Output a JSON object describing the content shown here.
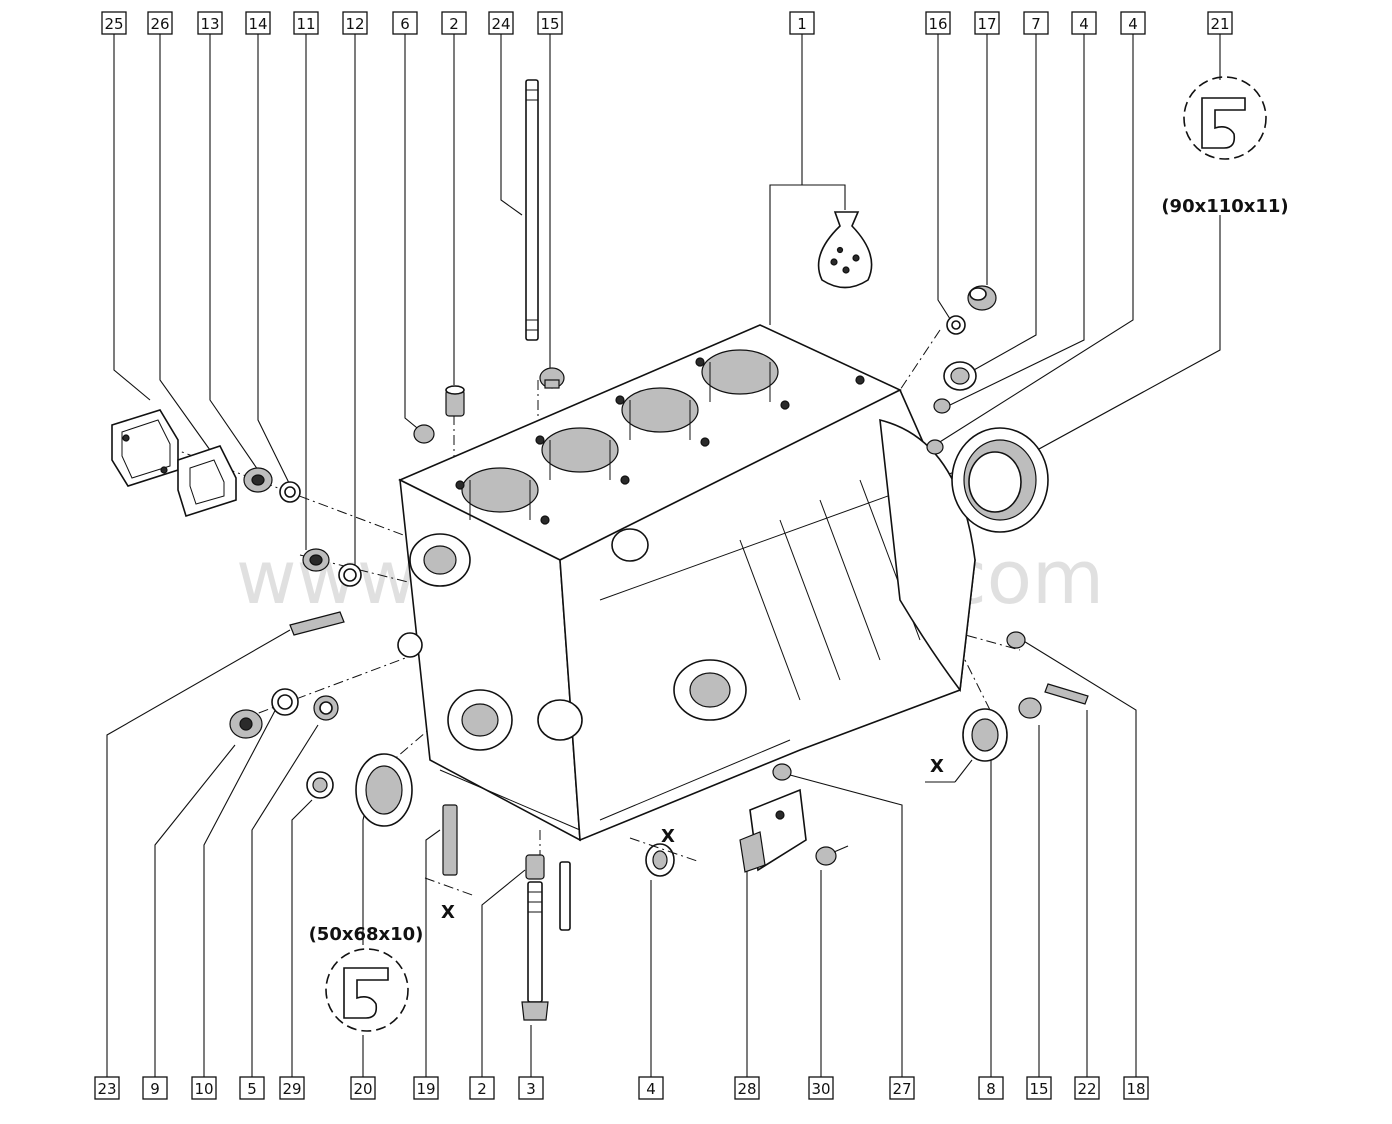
{
  "diagram": {
    "watermark": "www.autoconstant.com",
    "callouts_top": [
      "25",
      "26",
      "13",
      "14",
      "11",
      "12",
      "6",
      "2",
      "24",
      "15",
      "1",
      "16",
      "17",
      "7",
      "4",
      "4",
      "21"
    ],
    "callouts_bottom": [
      "23",
      "9",
      "10",
      "5",
      "29",
      "20",
      "19",
      "2",
      "3",
      "4",
      "28",
      "30",
      "27",
      "8",
      "15",
      "22",
      "18"
    ],
    "seal_large_label": "(90x110x11)",
    "seal_small_label": "(50x68x10)",
    "x_marker": "X"
  }
}
